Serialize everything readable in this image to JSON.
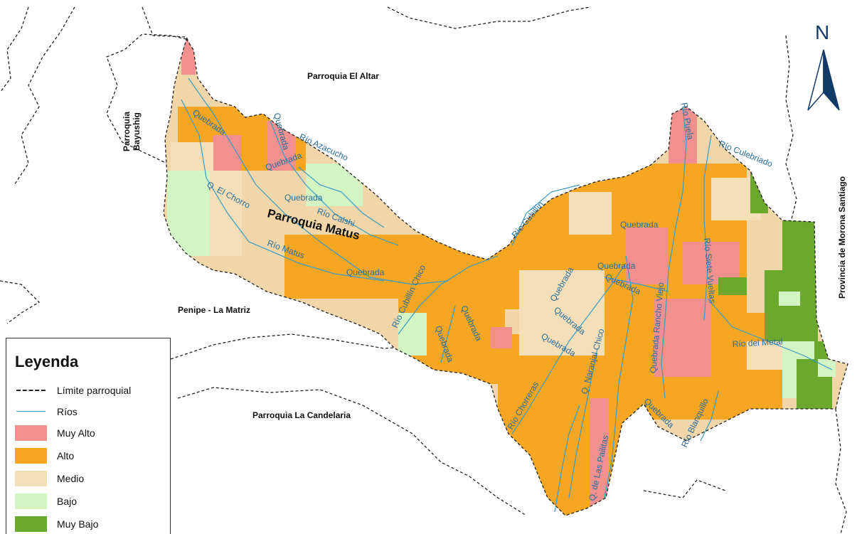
{
  "map": {
    "places": {
      "parroquia_el_altar": "Parroquia El Altar",
      "parroquia_bayushig_1": "Parroquia",
      "parroquia_bayushig_2": "Bayushig",
      "parroquia_matus": "Parroquia Matus",
      "penipe_la_matriz": "Penipe - La Matriz",
      "parroquia_la_candelaria": "Parroquia La Candelaria",
      "provincia_morona_santiago": "Provincia de Morona Santiago"
    },
    "rivers": {
      "quebrada_1": "Quebrada",
      "quebrada_2": "Quebrada",
      "rio_azacucho": "Río Azacucho",
      "quebrada_3": "Quebrada",
      "quebrada_4": "Quebrada",
      "q_el_chorro": "Q. El Chorro",
      "rio_calshi": "Río Calshi",
      "rio_matus": "Río Matus",
      "quebrada_5": "Quebrada",
      "rio_cubillin_chico": "Río Cubillín Chico",
      "quebrada_6": "Quebrada",
      "quebrada_7": "Quebrada",
      "rio_cubillin": "Río Cubillín",
      "rio_puela": "Río Puela",
      "rio_culebriado": "Río Culebriado",
      "quebrada_8": "Quebrada",
      "quebrada_9": "Quebrada",
      "quebrada_10": "Quebrada",
      "quebrada_11": "Quebrada",
      "quebrada_12": "Quebrada",
      "quebrada_13": "Quebrada",
      "quebrada_14": "Quebrada",
      "q_naranjal_chico": "Q. Naranjal Chico",
      "quebrada_rancho_viejo": "Quebrada Rancho Viejo",
      "rio_siete_vueltas": "Río Siete Vueltas",
      "rio_del_metal": "Río del Metal",
      "rio_chorreras": "Río Chorreras",
      "q_de_las_pailitas": "Q. de Las Pailitas",
      "quebrada_15": "Quebrada",
      "rio_blanquillo": "Río Blanquillo"
    },
    "north_arrow": "N"
  },
  "legend": {
    "title": "Leyenda",
    "items": [
      {
        "label": "Límite parroquial",
        "symbol": "dashed-line"
      },
      {
        "label": "Ríos",
        "symbol": "river-line",
        "color": "#3a9cc6"
      },
      {
        "label": "Muy Alto",
        "symbol": "fill",
        "color": "#f0908f"
      },
      {
        "label": "Alto",
        "symbol": "fill",
        "color": "#f5a623"
      },
      {
        "label": "Medio",
        "symbol": "fill",
        "color": "#f5dfb8"
      },
      {
        "label": "Bajo",
        "symbol": "fill",
        "color": "#d3f5c4"
      },
      {
        "label": "Muy Bajo",
        "symbol": "fill",
        "color": "#6aa82e"
      }
    ]
  }
}
